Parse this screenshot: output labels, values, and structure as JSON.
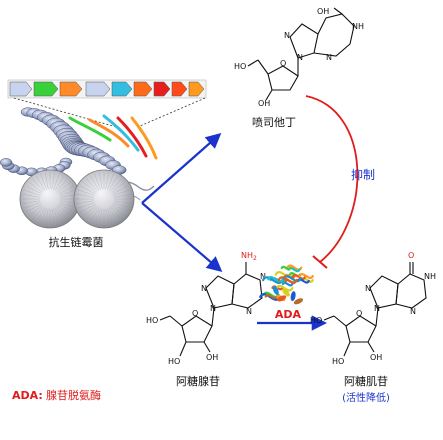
{
  "labels": {
    "pentostatin": "喷司他丁",
    "inhibit": "抑制",
    "streptomyces": "抗生链霉菌",
    "adenosine": "阿糖腺苷",
    "inosine": "阿糖肌苷",
    "activity_low": "(活性降低)",
    "enzyme": "ADA",
    "legend_abbr": "ADA:",
    "legend_full": "腺苷脱氨酶"
  },
  "chem": {
    "OH": "OH",
    "HO": "HO",
    "N": "N",
    "NH": "NH",
    "H": "H",
    "NH2": "NH",
    "NH2_sub": "2",
    "O": "O"
  },
  "gene_cluster": {
    "gene_letters": [
      "",
      "",
      "",
      "",
      "",
      "",
      "",
      "",
      ""
    ],
    "gene_colors": [
      "#c7d3ef",
      "#3ad03a",
      "#ff8a2a",
      "#c7d3ef",
      "#33bde0",
      "#ff6a1a",
      "#e61e1e",
      "#ff4a1a",
      "#ff9a20"
    ]
  },
  "colors": {
    "blue_arrow": "#1a33cc",
    "red_arrow": "#e01c1c",
    "red_text": "#e01c1c",
    "blue_text": "#1a33cc",
    "structure": "#111111"
  }
}
